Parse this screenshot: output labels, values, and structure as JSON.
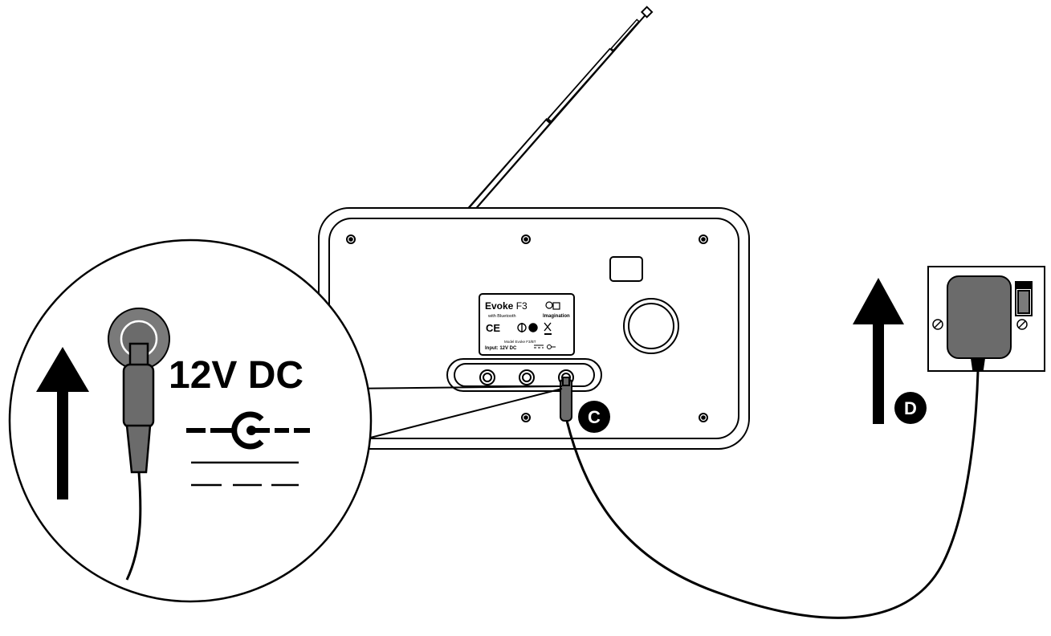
{
  "diagram": {
    "callouts": [
      "C",
      "D"
    ],
    "voltage_label": "12V DC",
    "label_panel": {
      "model_name": "Evoke",
      "model_suffix": "F3",
      "tagline": "with Bluetooth",
      "brand": "Imagination",
      "marks_text": "CE",
      "model_line": "Model Evoke F3/BT",
      "input_line": "Input: 12V DC"
    }
  },
  "colors": {
    "outline": "#000000",
    "plug_grey": "#6b6b6b",
    "jack_grey": "#7a7a7a",
    "background": "#ffffff"
  }
}
